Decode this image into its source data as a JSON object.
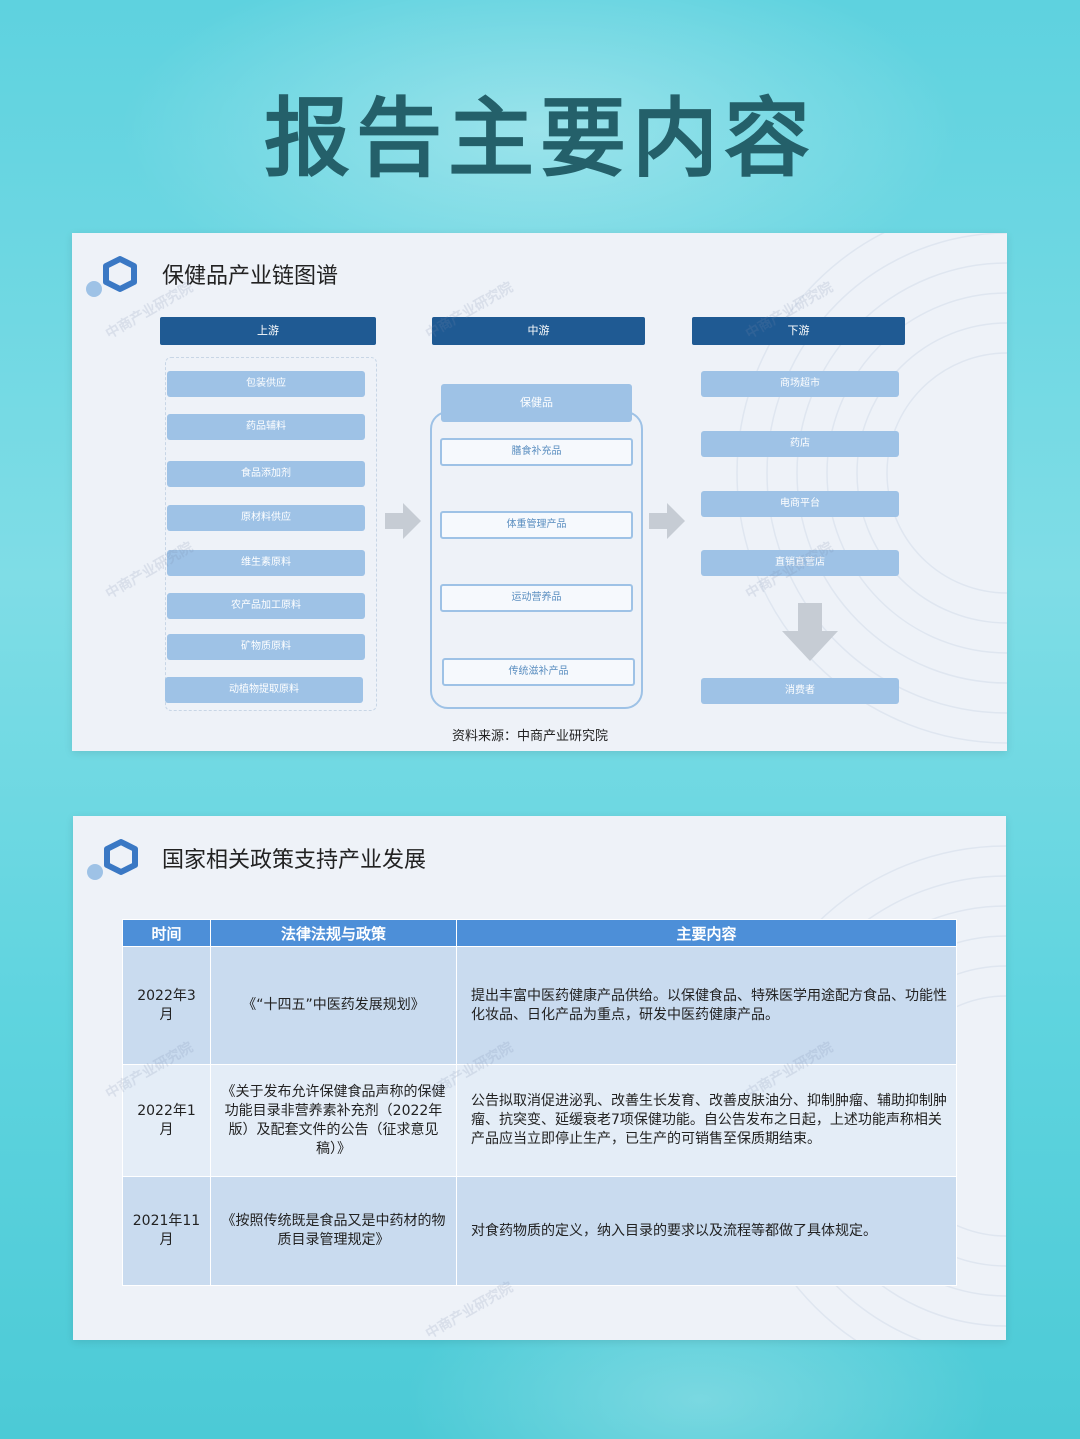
{
  "page_title": "报告主要内容",
  "chain_panel": {
    "title": "保健品产业链图谱",
    "upstream": {
      "label": "上游",
      "items": [
        "包装供应",
        "药品辅料",
        "食品添加剂",
        "原材料供应",
        "维生素原料",
        "农产品加工原料",
        "矿物质原料",
        "动植物提取原料"
      ]
    },
    "midstream": {
      "label": "中游",
      "top": "保健品",
      "items": [
        "膳食补充品",
        "体重管理产品",
        "运动营养品",
        "传统滋补产品"
      ]
    },
    "downstream": {
      "label": "下游",
      "items": [
        "商场超市",
        "药店",
        "电商平台",
        "直销直营店"
      ],
      "consumer": "消费者"
    },
    "source": "资料来源：中商产业研究院"
  },
  "policy_panel": {
    "title": "国家相关政策支持产业发展",
    "headers": [
      "时间",
      "法律法规与政策",
      "主要内容"
    ],
    "rows": [
      {
        "time": "2022年3月",
        "law": "《“十四五”中医药发展规划》",
        "content": "提出丰富中医药健康产品供给。以保健食品、特殊医学用途配方食品、功能性化妆品、日化产品为重点，研发中医药健康产品。"
      },
      {
        "time": "2022年1月",
        "law": "《关于发布允许保健食品声称的保健功能目录非营养素补充剂（2022年版）及配套文件的公告（征求意见稿）》",
        "content": "公告拟取消促进泌乳、改善生长发育、改善皮肤油分、抑制肿瘤、辅助抑制肿瘤、抗突变、延缓衰老7项保健功能。自公告发布之日起，上述功能声称相关产品应当立即停止生产，已生产的可销售至保质期结束。"
      },
      {
        "time": "2021年11月",
        "law": "《按照传统既是食品又是中药材的物质目录管理规定》",
        "content": "对食药物质的定义，纳入目录的要求以及流程等都做了具体规定。"
      }
    ]
  },
  "watermark": "中商产业研究院",
  "colors": {
    "accent_dark": "#1f5a93",
    "item_fill": "#9ec2e6",
    "table_header": "#4d8fd8",
    "title": "#24606a"
  }
}
